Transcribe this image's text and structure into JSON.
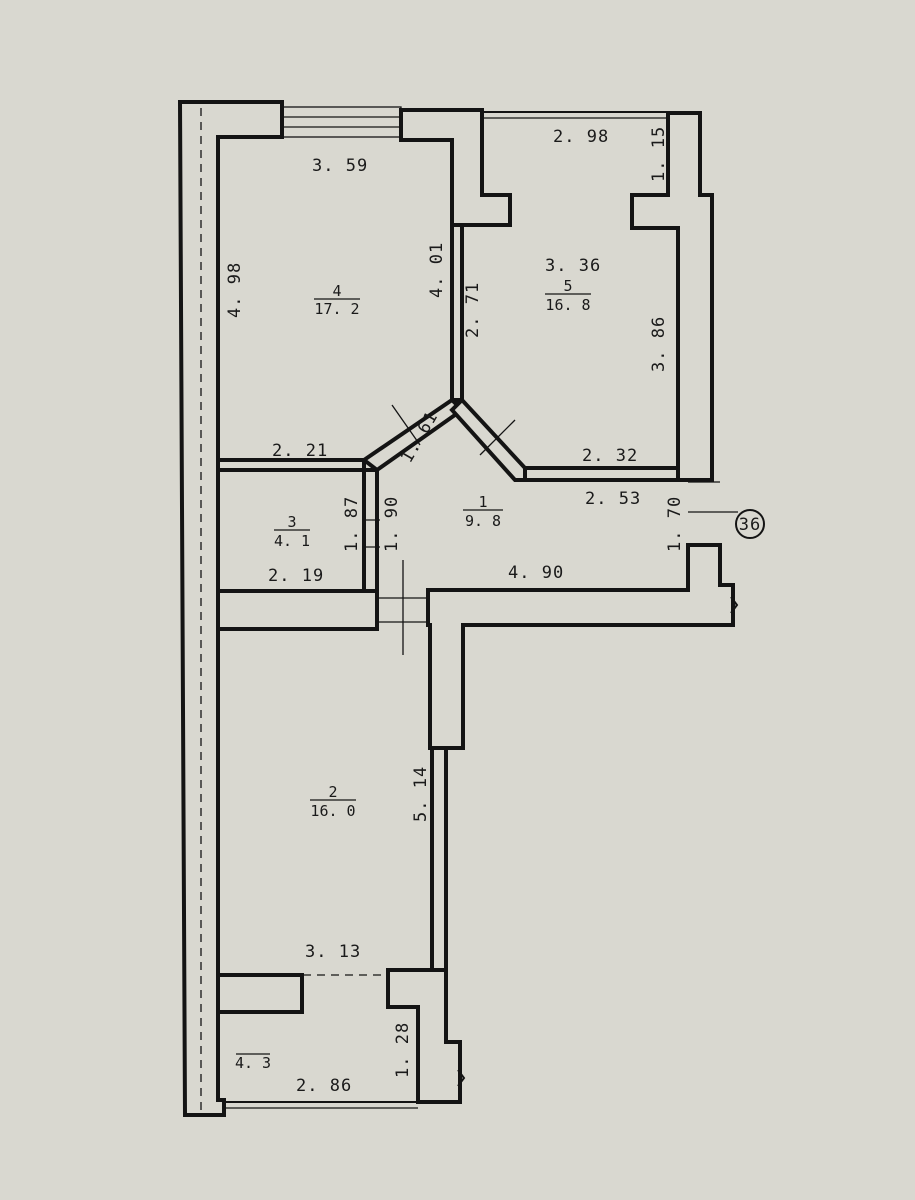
{
  "plan": {
    "dimensions": {
      "room4_top": "3. 59",
      "room4_left": "4. 98",
      "room4_right": "4. 01",
      "room4_bottom": "2. 21",
      "diag_left": "1. 61",
      "room5_top": "2. 98",
      "room5_window_side": "1. 15",
      "room5_width": "3. 36",
      "room5_left": "2. 71",
      "room5_right": "3. 86",
      "room5_bottom": "2. 32",
      "room3_left": "1. 87",
      "room3_right": "1. 90",
      "room3_bottom": "2. 19",
      "hall_top": "2. 53",
      "hall_bottom": "4. 90",
      "hall_entry": "1. 70",
      "room2_right": "5. 14",
      "room2_bottom": "3. 13",
      "balcony_right": "1. 28",
      "balcony_bottom": "2. 86"
    },
    "rooms": {
      "r1": {
        "num": "1",
        "area": "9. 8"
      },
      "r2": {
        "num": "2",
        "area": "16. 0"
      },
      "r3": {
        "num": "3",
        "area": "4. 1"
      },
      "r4": {
        "num": "4",
        "area": "17. 2"
      },
      "r5": {
        "num": "5",
        "area": "16. 8"
      },
      "balcony": {
        "area": "4. 3"
      }
    },
    "unit_marker": "36"
  }
}
